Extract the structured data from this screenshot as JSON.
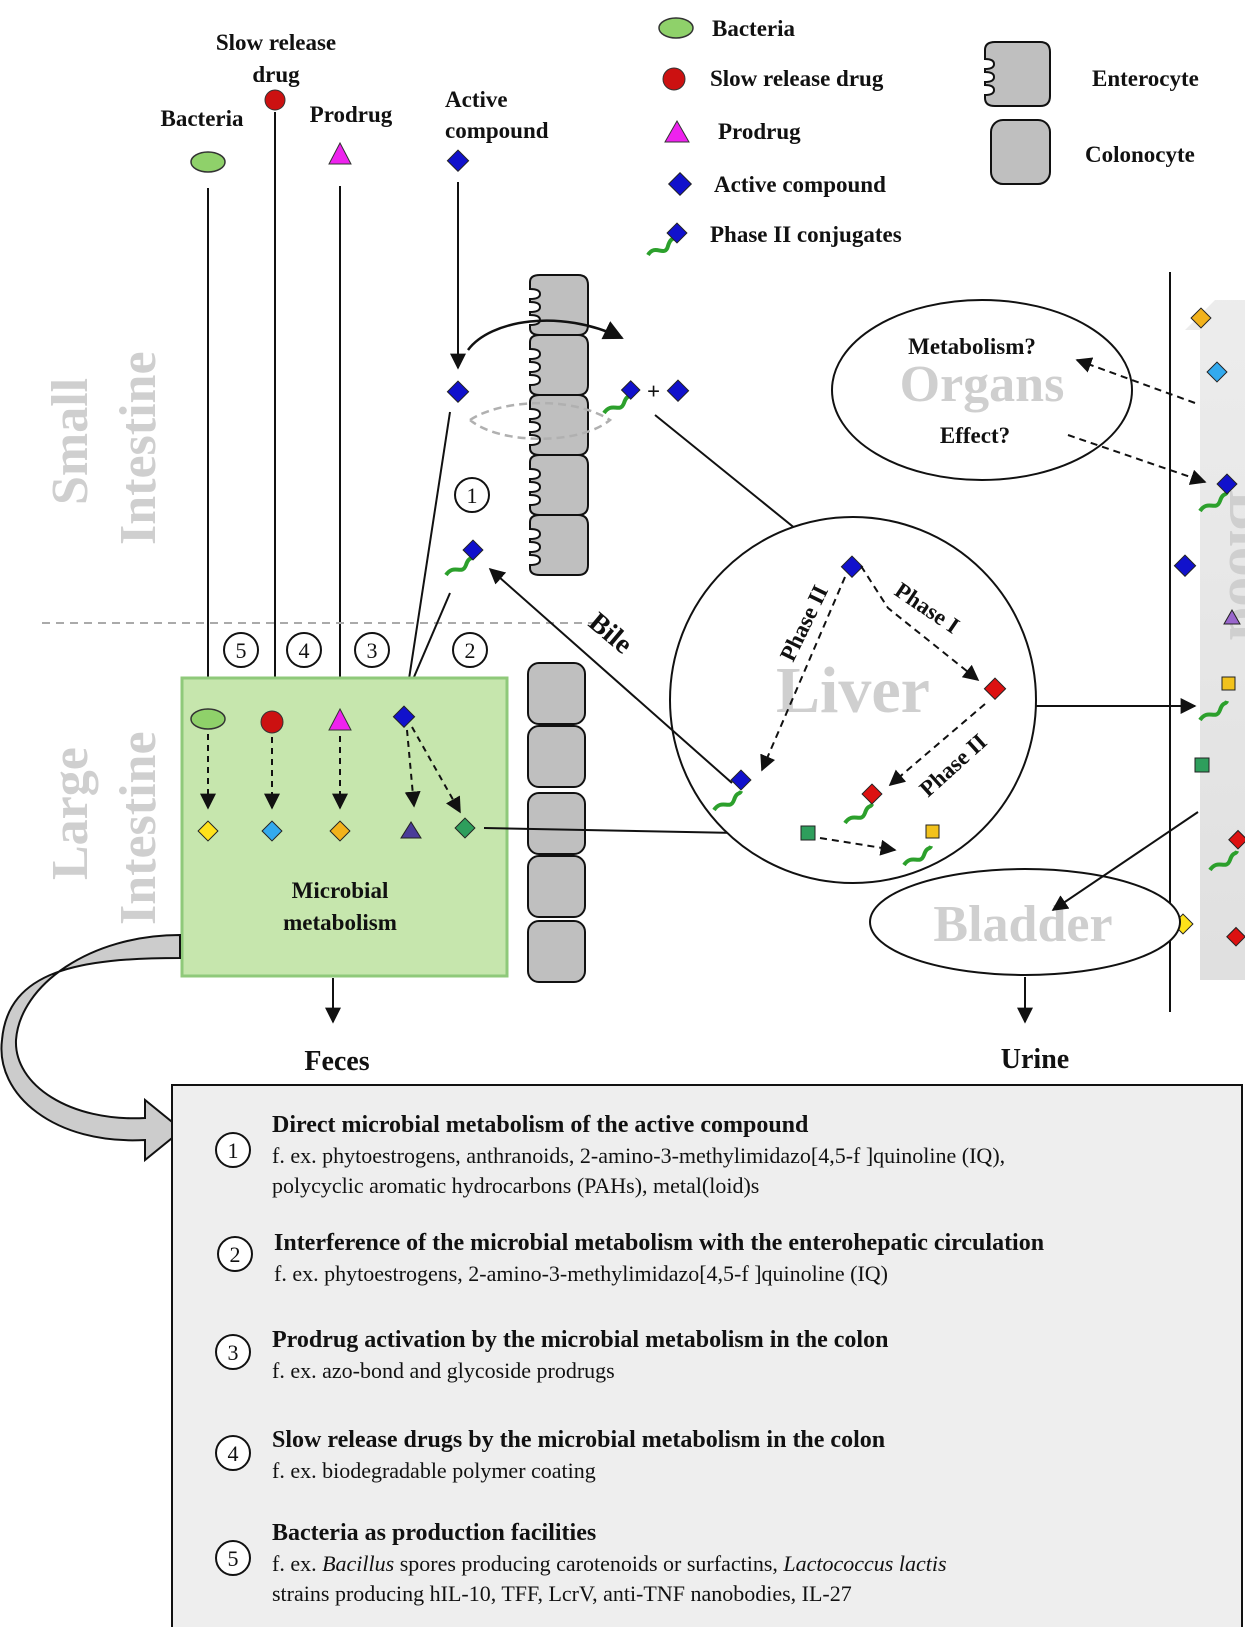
{
  "legend": {
    "bacteria": "Bacteria",
    "slow_release_drug": "Slow release drug",
    "prodrug": "Prodrug",
    "active_compound": "Active compound",
    "phase2_conjugates": "Phase II conjugates",
    "enterocyte": "Enterocyte",
    "colonocyte": "Colonocyte"
  },
  "inputs": {
    "bacteria": "Bacteria",
    "slow_release_line1": "Slow release",
    "slow_release_line2": "drug",
    "prodrug": "Prodrug",
    "active_line1": "Active",
    "active_line2": "compound"
  },
  "regions": {
    "small_line1": "Small",
    "small_line2": "Intestine",
    "large_line1": "Large",
    "large_line2": "Intestine",
    "organs": "Organs",
    "liver": "Liver",
    "bladder": "Bladder",
    "blood": "Blood"
  },
  "labels": {
    "metabolism_q": "Metabolism?",
    "effect_q": "Effect?",
    "bile": "Bile",
    "phase1": "Phase I",
    "phase2_a": "Phase II",
    "phase2_b": "Phase II",
    "microbial_line1": "Microbial",
    "microbial_line2": "metabolism",
    "feces": "Feces",
    "urine": "Urine",
    "plus": "+"
  },
  "step_numbers": [
    "1",
    "2",
    "3",
    "4",
    "5"
  ],
  "notes": [
    {
      "num": "1",
      "title": "Direct microbial metabolism of the active compound",
      "line1": "f. ex. phytoestrogens, anthranoids, 2-amino-3-methylimidazo[4,5-f ]quinoline (IQ),",
      "line2": "polycyclic aromatic hydrocarbons (PAHs), metal(loid)s"
    },
    {
      "num": "2",
      "title": "Interference of the microbial metabolism with the enterohepatic circulation",
      "line1": "f. ex. phytoestrogens, 2-amino-3-methylimidazo[4,5-f ]quinoline (IQ)"
    },
    {
      "num": "3",
      "title": "Prodrug activation by the microbial metabolism in the colon",
      "line1": "f. ex. azo-bond and glycoside prodrugs"
    },
    {
      "num": "4",
      "title": "Slow release drugs by the microbial metabolism in the colon",
      "line1": "f. ex. biodegradable polymer coating"
    },
    {
      "num": "5",
      "title": "Bacteria as production facilities",
      "line1_pre": "f. ex. ",
      "line1_it1": "Bacillus",
      "line1_mid": " spores producing carotenoids or surfactins, ",
      "line1_it2": "Lactococcus lactis",
      "line2": "strains producing hIL-10, TFF, LcrV, anti-TNF nanobodies, IL-27"
    }
  ],
  "colors": {
    "bacteria": "#8fd16a",
    "slow_release_drug": "#cc1111",
    "prodrug": "#ee22ee",
    "active_compound": "#1111cc",
    "conjugate_tail": "#2ca02c",
    "cell_fill": "#bfbfbf",
    "microbial_box": "#c6e6ad",
    "notes_box": "#eeeeee"
  }
}
